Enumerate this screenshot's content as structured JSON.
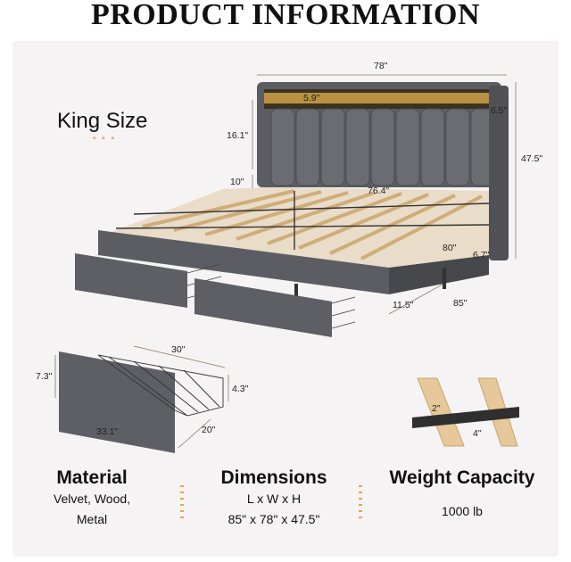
{
  "title": "PRODUCT INFORMATION",
  "size_label": "King Size",
  "size_dots": "• • •",
  "dims": {
    "width_top": "78\"",
    "shelf": "5.9\"",
    "side": "6.5\"",
    "headboard_height": "16.1\"",
    "total_height": "47.5\"",
    "clearance": "10\"",
    "inner_width": "76.4\"",
    "inner_length": "80\"",
    "rail": "6.7\"",
    "leg": "11.5\"",
    "length": "85\""
  },
  "drawer_dims": {
    "length": "30\"",
    "front_height": "7.3\"",
    "depth": "4.3\"",
    "front_width": "33.1\"",
    "width": "20\""
  },
  "slat_dims": {
    "thickness": "2\"",
    "width": "4\""
  },
  "material": {
    "heading": "Material",
    "line1": "Velvet, Wood,",
    "line2": "Metal"
  },
  "dimensions": {
    "heading": "Dimensions",
    "line1": "L x W x H",
    "line2": "85\" x 78\" x 47.5\""
  },
  "weight": {
    "heading": "Weight Capacity",
    "line1": "1000 lb"
  },
  "colors": {
    "fabric": "#5b5d62",
    "fabric_dark": "#45474b",
    "wood": "#e7c89a",
    "panel": "#f5f3f3",
    "accent": "#e2a55a"
  }
}
